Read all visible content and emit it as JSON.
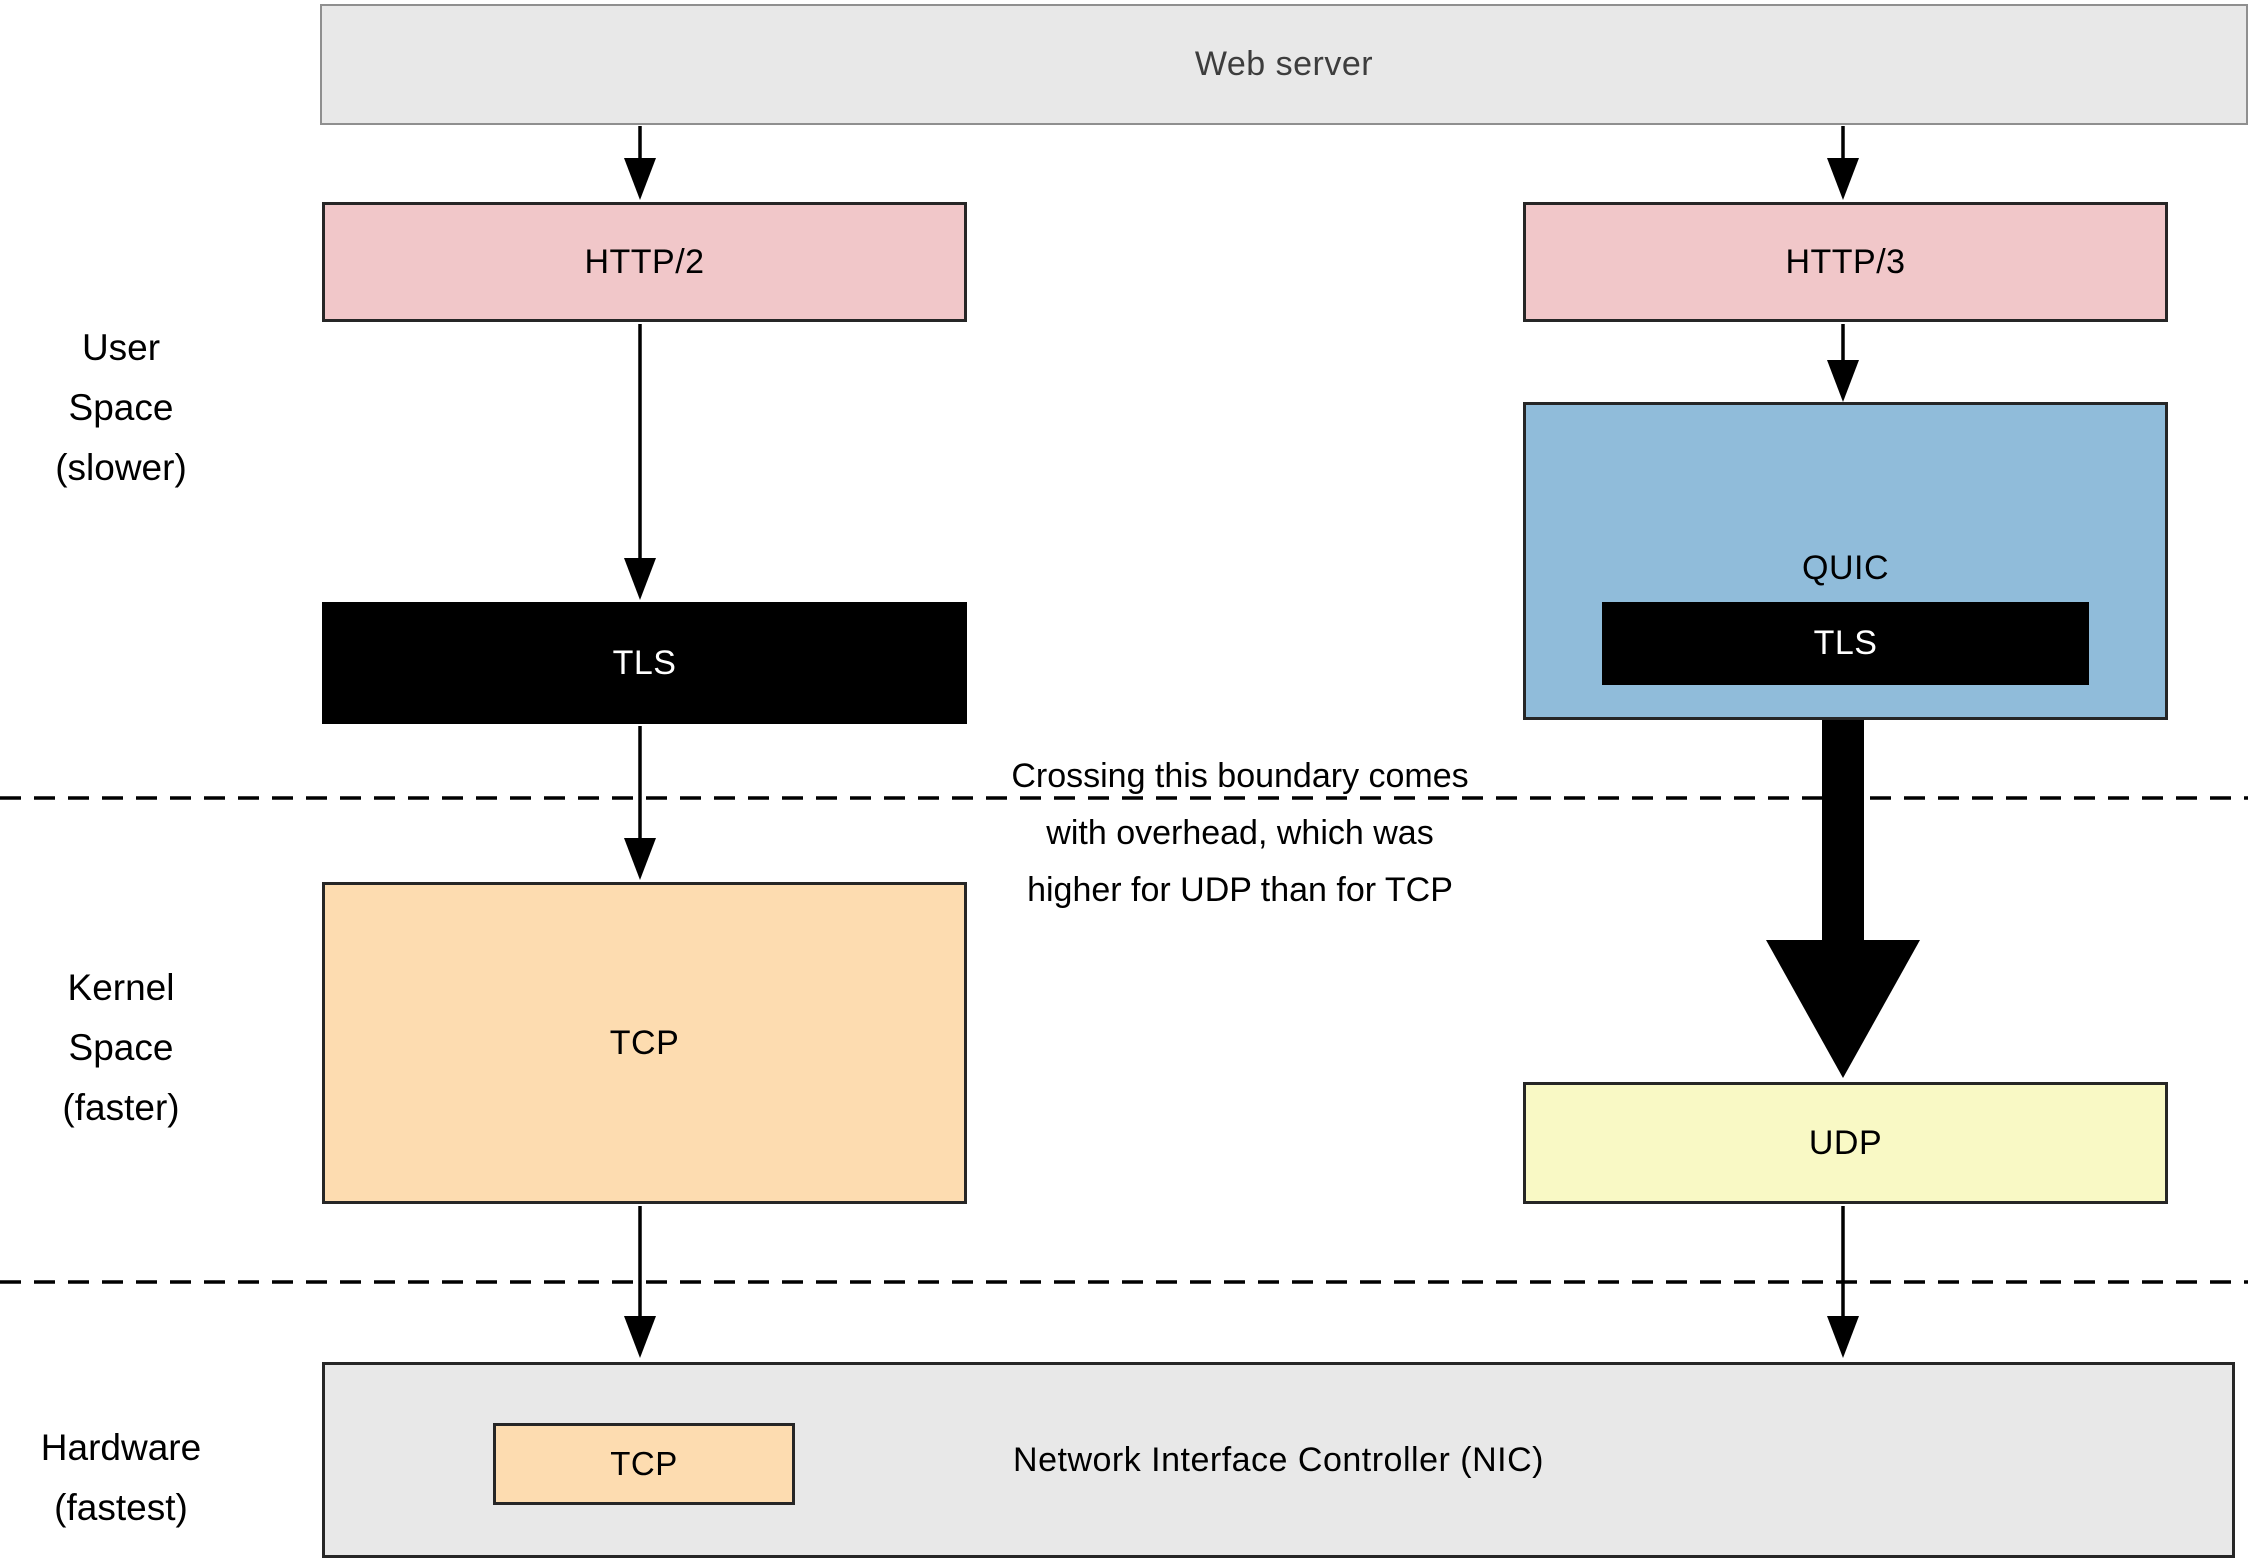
{
  "diagram": {
    "title": "Web server",
    "left_stack": {
      "http2": "HTTP/2",
      "tls": "TLS",
      "tcp": "TCP"
    },
    "right_stack": {
      "http3": "HTTP/3",
      "quic": "QUIC",
      "tls": "TLS",
      "udp": "UDP"
    },
    "nic": {
      "label": "Network Interface Controller (NIC)",
      "tcp_offload": "TCP"
    },
    "zones": {
      "user_space": {
        "line1": "User",
        "line2": "Space",
        "line3": "(slower)"
      },
      "kernel_space": {
        "line1": "Kernel",
        "line2": "Space",
        "line3": "(faster)"
      },
      "hardware": {
        "line1": "Hardware",
        "line2": "(fastest)"
      }
    },
    "annotation": {
      "line1": "Crossing this boundary comes",
      "line2": "with overhead, which was",
      "line3": "higher for UDP than for TCP"
    },
    "colors": {
      "pink": "#f1c7c9",
      "blue": "#90bcda",
      "peach": "#fddcb0",
      "yellow": "#f9f9c5",
      "gray_fill": "#e8e8e8",
      "black": "#000000"
    }
  }
}
